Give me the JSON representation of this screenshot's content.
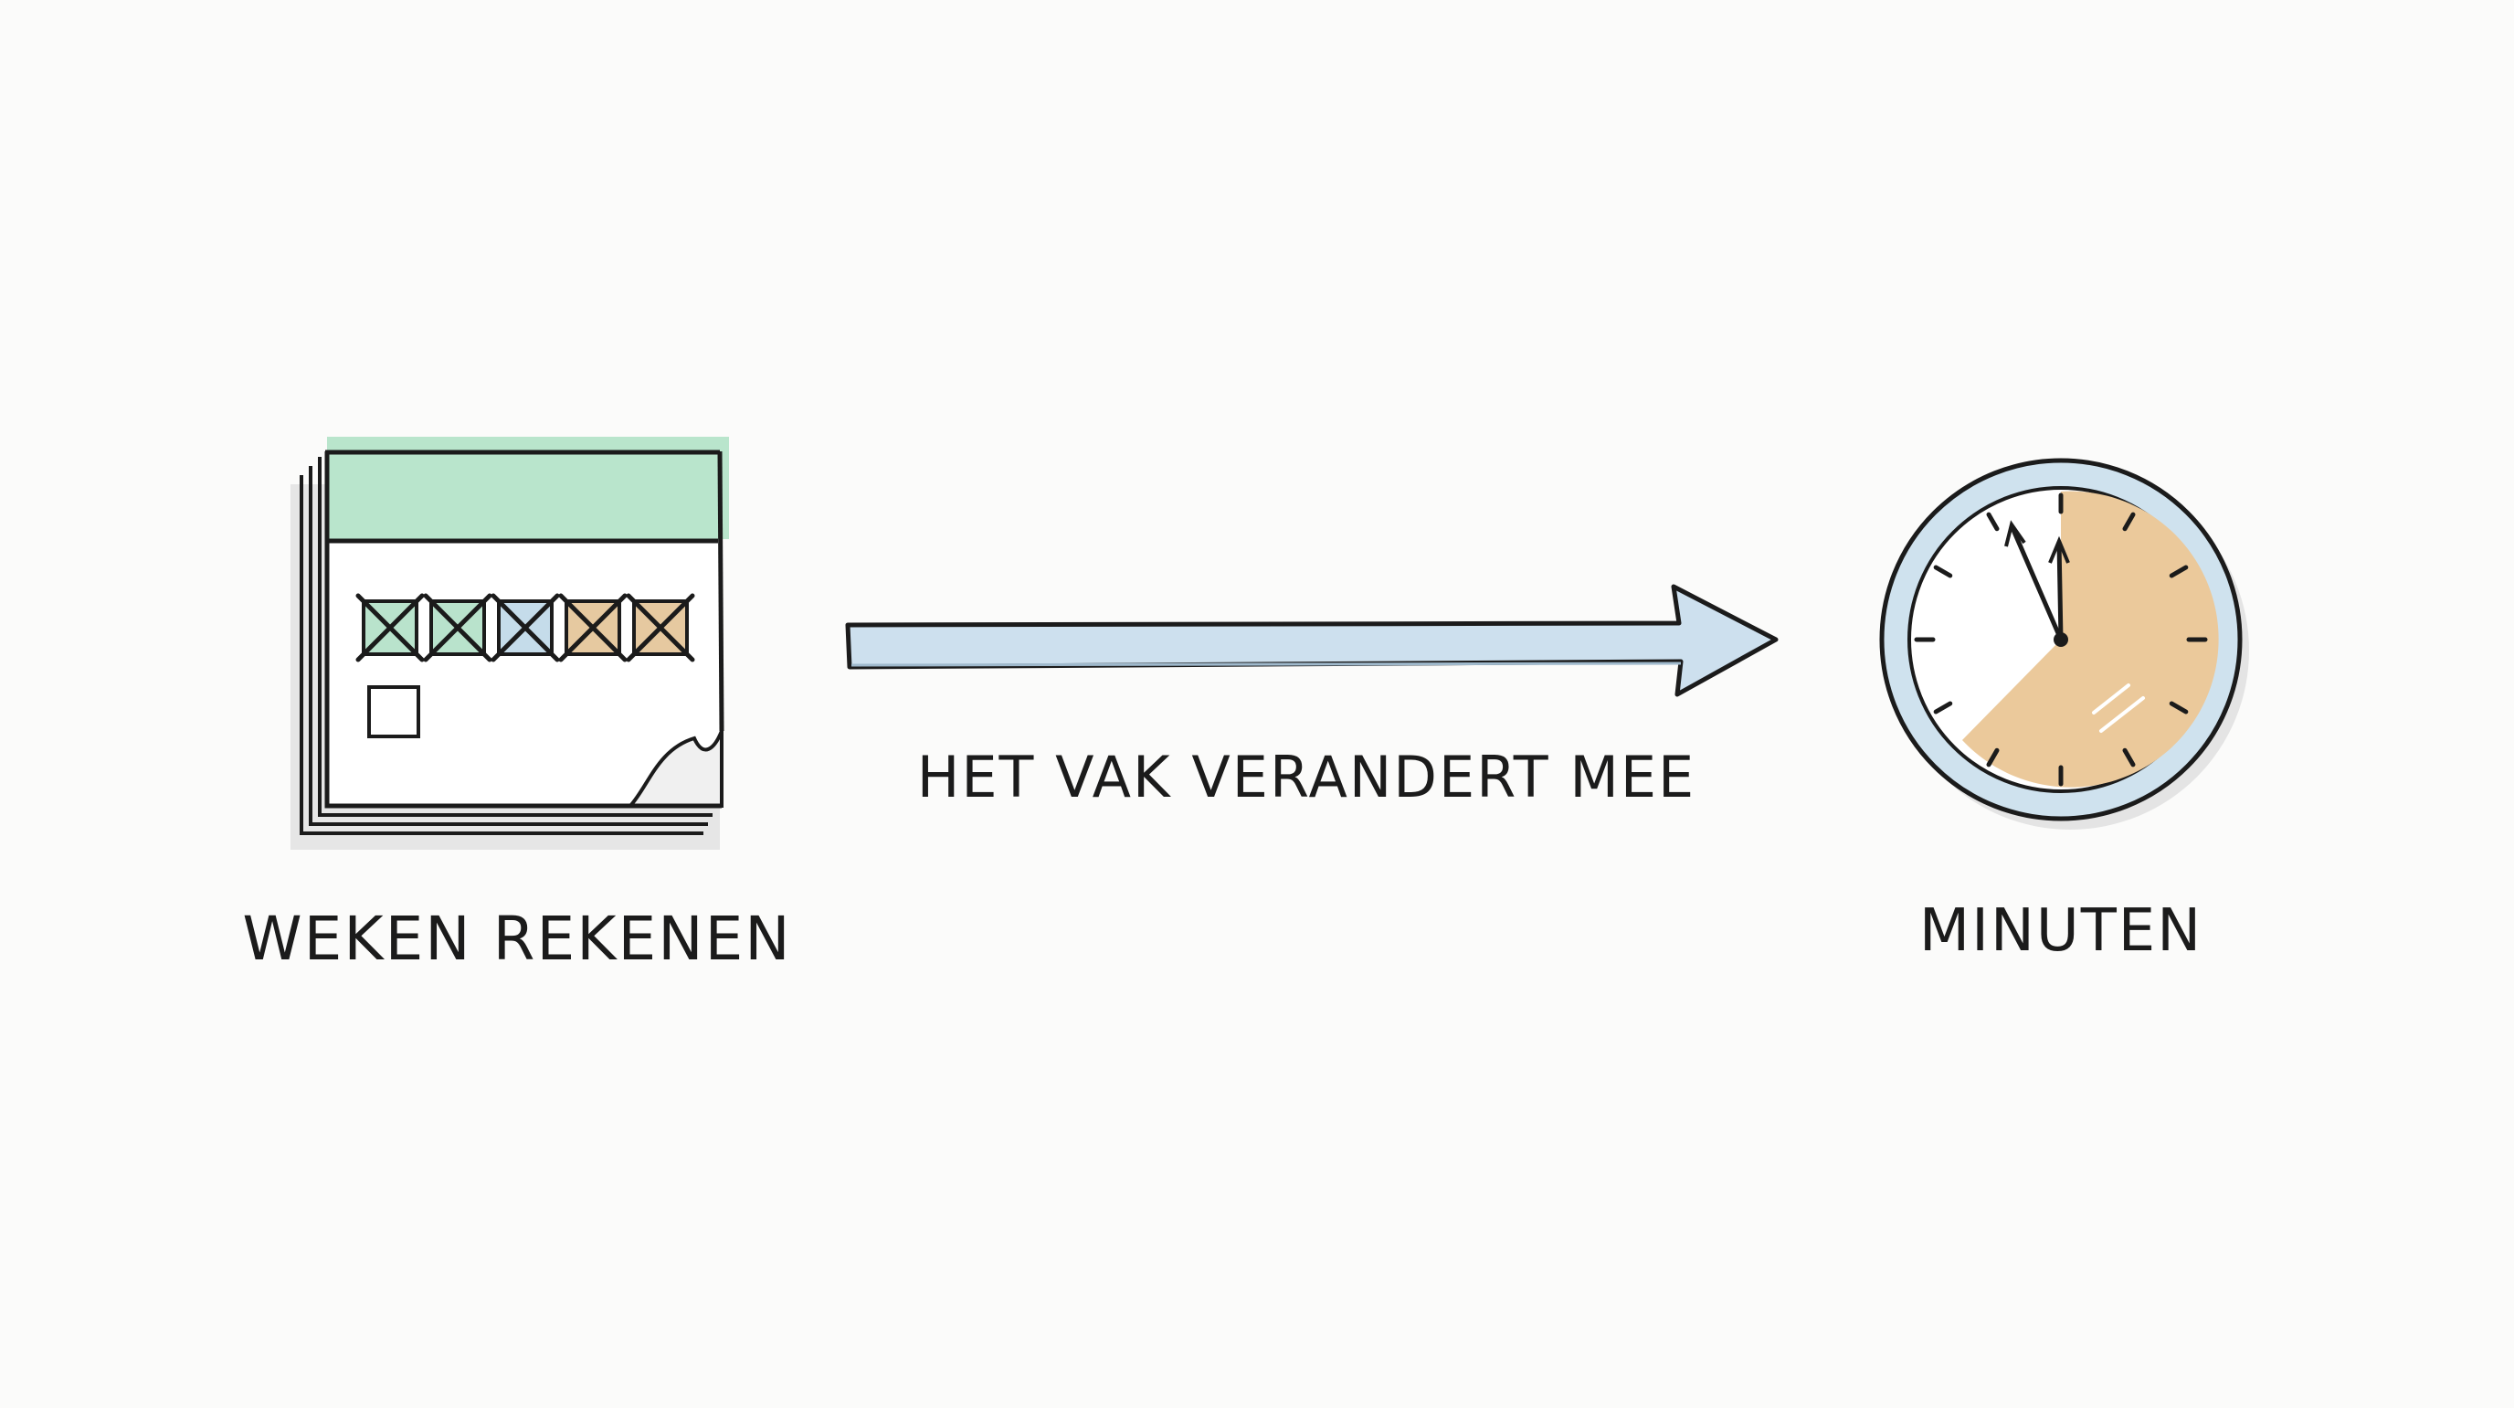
{
  "labels": {
    "left": "WEKEN REKENEN",
    "middle": "HET VAK VERANDERT MEE",
    "right": "MINUTEN"
  },
  "calendar": {
    "checked_boxes": 5,
    "box_colors": [
      "#b9e3cc",
      "#b9e3cc",
      "#c5dcea",
      "#e6c9a0",
      "#e6c9a0"
    ],
    "empty_boxes": 1,
    "header_color": "#b9e5cc"
  },
  "clock": {
    "fill_color": "#ebc99b",
    "rim_color": "#cfe2ee"
  },
  "arrow": {
    "color": "#cde0ee"
  },
  "colors": {
    "ink": "#1b1b1b",
    "background": "#fbfbfa"
  }
}
